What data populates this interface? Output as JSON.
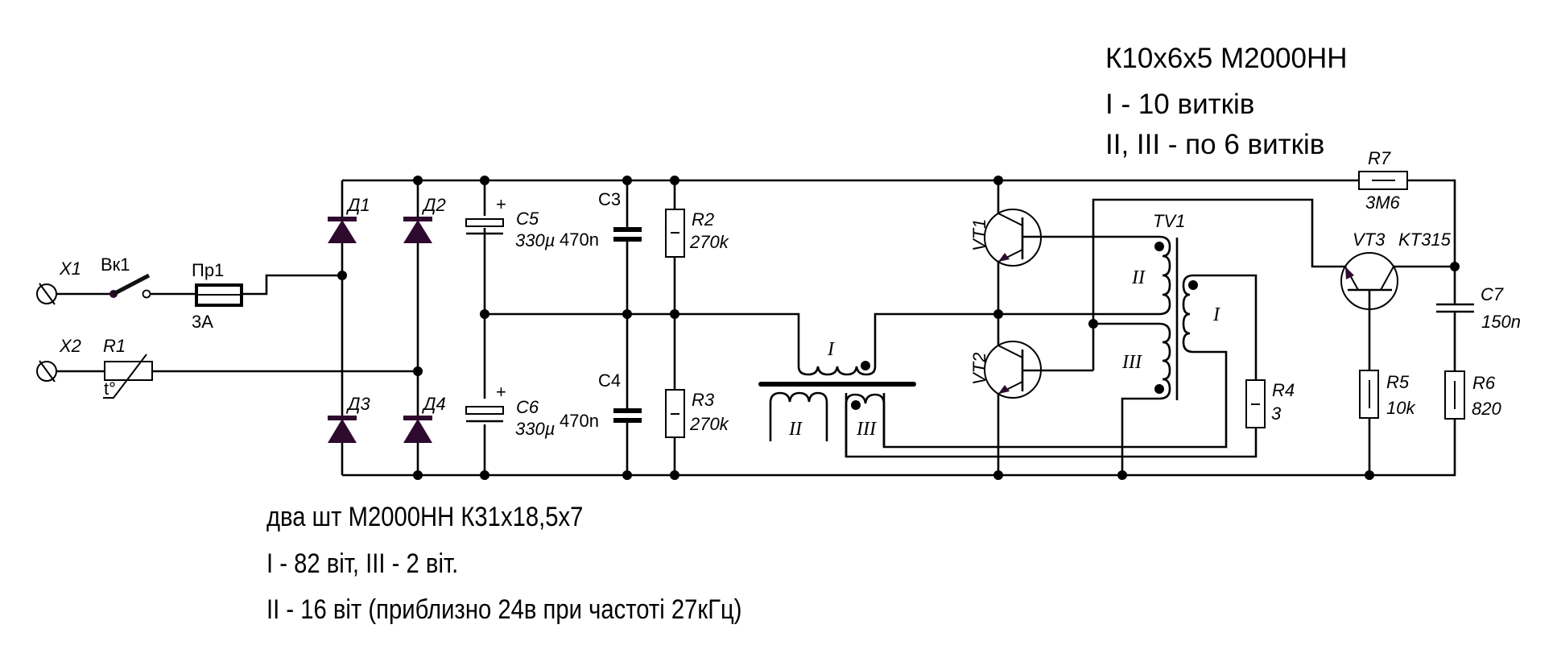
{
  "diagram": {
    "type": "circuit-schematic",
    "title_notes_top": [
      "К10х6х5 М2000НН",
      "І - 10 витків",
      "ІІ, ІІІ - по 6 витків"
    ],
    "notes_bottom": [
      "два шт М2000НН К31х18,5х7",
      "І - 82 віт, ІІІ - 2 віт.",
      "ІІ - 16 віт (приблизно 24в при частоті 27кГц)"
    ],
    "components": {
      "X1": {
        "ref": "X1",
        "kind": "terminal"
      },
      "X2": {
        "ref": "X2",
        "kind": "terminal"
      },
      "Vk1": {
        "ref": "Вк1",
        "kind": "switch"
      },
      "Pr1": {
        "ref": "Пр1",
        "kind": "fuse",
        "value": "3A"
      },
      "R1": {
        "ref": "R1",
        "kind": "thermistor",
        "value": "t°"
      },
      "D1": {
        "ref": "Д1",
        "kind": "diode"
      },
      "D2": {
        "ref": "Д2",
        "kind": "diode"
      },
      "D3": {
        "ref": "Д3",
        "kind": "diode"
      },
      "D4": {
        "ref": "Д4",
        "kind": "diode"
      },
      "C5": {
        "ref": "C5",
        "kind": "electrolytic-capacitor",
        "value": "330µ",
        "polarity": "+"
      },
      "C6": {
        "ref": "C6",
        "kind": "electrolytic-capacitor",
        "value": "330µ",
        "polarity": "+"
      },
      "C3": {
        "ref": "C3",
        "kind": "capacitor",
        "value": "470n"
      },
      "C4": {
        "ref": "C4",
        "kind": "capacitor",
        "value": "470n"
      },
      "R2": {
        "ref": "R2",
        "kind": "resistor",
        "value": "270k"
      },
      "R3": {
        "ref": "R3",
        "kind": "resistor",
        "value": "270k"
      },
      "T_out": {
        "windings": [
          "I",
          "II",
          "III"
        ]
      },
      "VT1": {
        "ref": "VT1",
        "kind": "npn-transistor"
      },
      "VT2": {
        "ref": "VT2",
        "kind": "npn-transistor"
      },
      "TV1": {
        "ref": "TV1",
        "kind": "transformer",
        "windings": [
          "II",
          "III",
          "I"
        ]
      },
      "R4": {
        "ref": "R4",
        "kind": "resistor",
        "value": "3"
      },
      "R7": {
        "ref": "R7",
        "kind": "resistor",
        "value": "3M6"
      },
      "VT3": {
        "ref": "VT3",
        "kind": "transistor",
        "part": "KT315"
      },
      "C7": {
        "ref": "C7",
        "kind": "capacitor",
        "value": "150n"
      },
      "R5": {
        "ref": "R5",
        "kind": "resistor",
        "value": "10k"
      },
      "R6": {
        "ref": "R6",
        "kind": "resistor",
        "value": "820"
      }
    },
    "colors": {
      "wire": "#000000",
      "diode_fill": "#2e0a2e",
      "background": "#ffffff"
    }
  }
}
